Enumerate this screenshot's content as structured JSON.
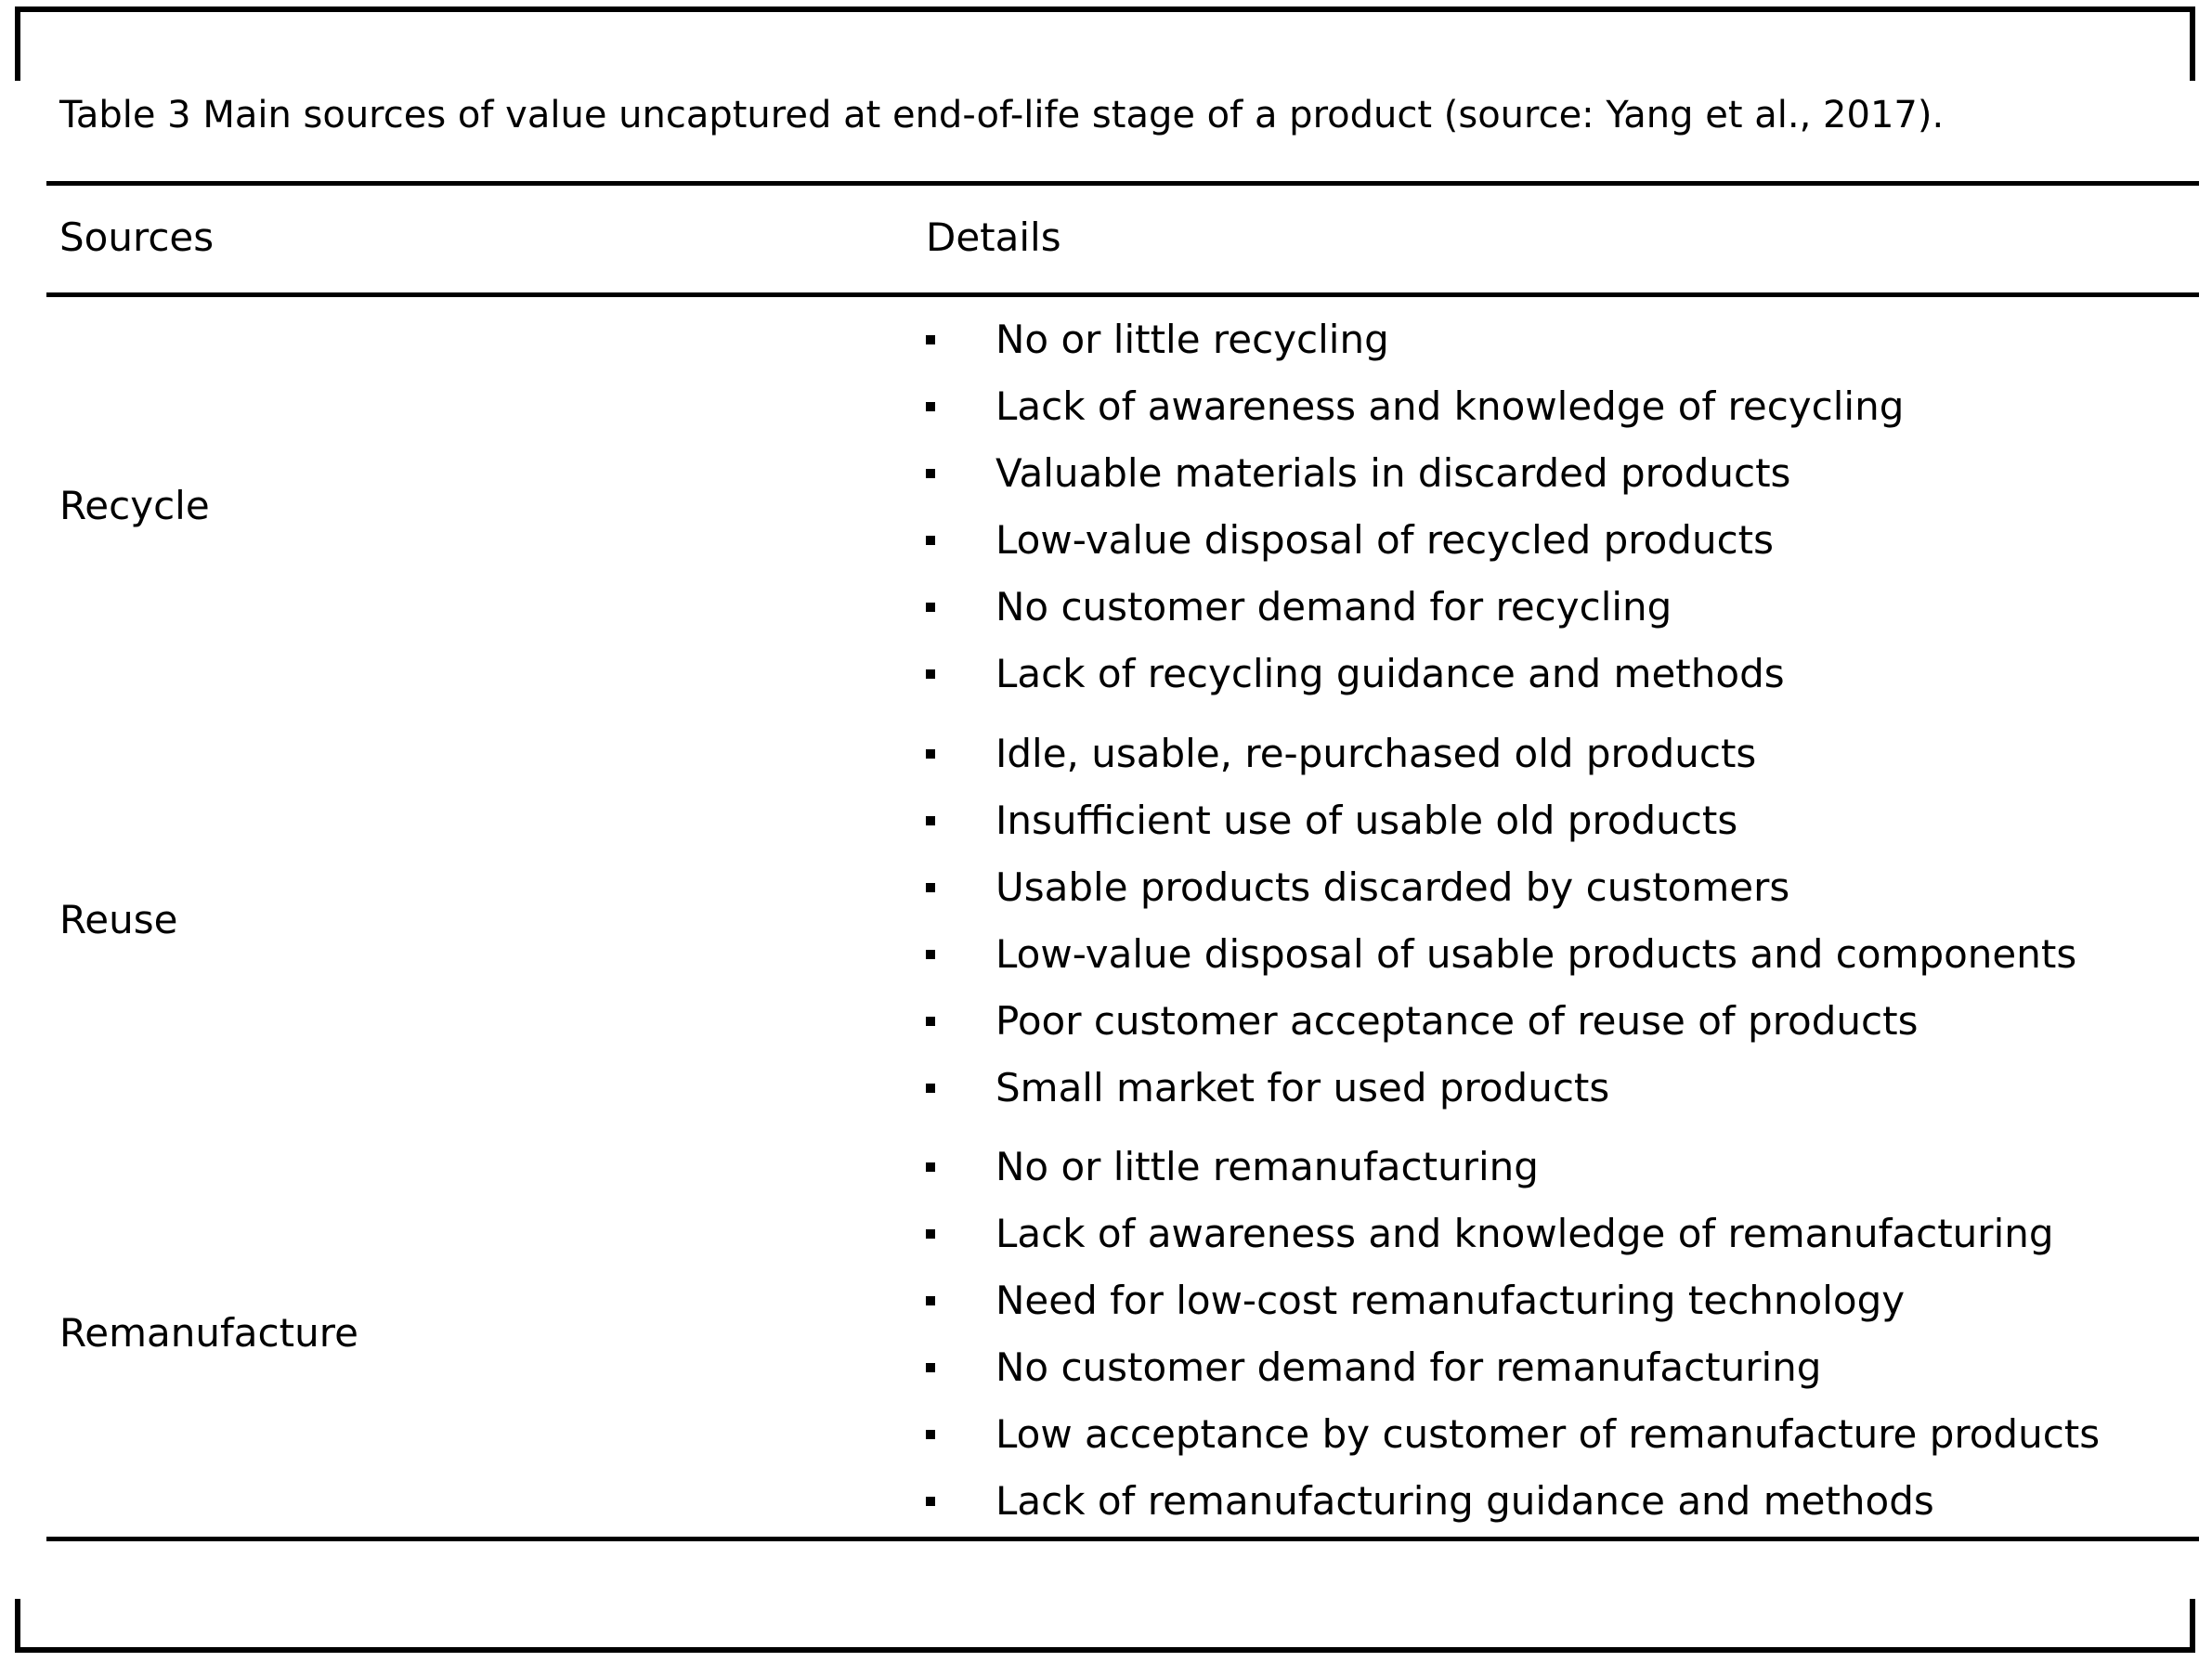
{
  "caption": "Table 3 Main sources of value uncaptured at end-of-life stage of a product (source: Yang et al., 2017).",
  "table": {
    "headers": {
      "sources": "Sources",
      "details": "Details"
    },
    "rows": [
      {
        "source": "Recycle",
        "details": [
          "No or little recycling",
          "Lack of awareness and knowledge of recycling",
          "Valuable materials in discarded products",
          "Low-value disposal of recycled products",
          "No customer demand for recycling",
          "Lack of recycling guidance and methods"
        ]
      },
      {
        "source": "Reuse",
        "details": [
          "Idle, usable, re-purchased old products",
          "Insufficient use of usable old products",
          "Usable products discarded by customers",
          "Low-value disposal of usable products and components",
          "Poor customer acceptance of reuse of products",
          "Small market for used products"
        ]
      },
      {
        "source": "Remanufacture",
        "details": [
          "No or little remanufacturing",
          "Lack of awareness and knowledge of remanufacturing",
          "Need for low-cost remanufacturing technology",
          "No customer demand for remanufacturing",
          "Low acceptance by customer of remanufacture products",
          "Lack of remanufacturing guidance and methods"
        ]
      }
    ]
  }
}
